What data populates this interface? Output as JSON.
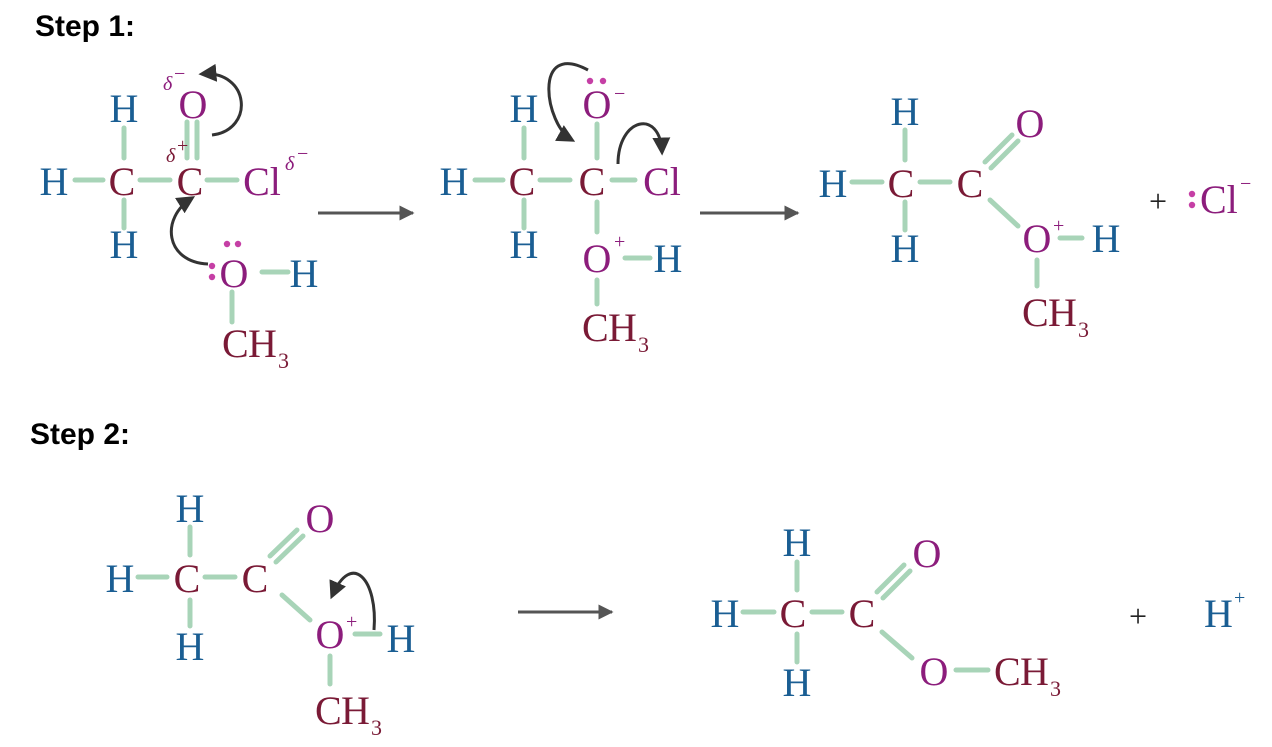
{
  "steps": [
    {
      "label": "Step 1:"
    },
    {
      "label": "Step 2:"
    }
  ],
  "symbols": {
    "H": "H",
    "C": "C",
    "O": "O",
    "Cl": "Cl",
    "sub3": "3",
    "plus_charge": "+",
    "minus_charge": "−",
    "delta": "δ",
    "plus_sign": "+"
  },
  "colors": {
    "hydrogen": "#1a5e93",
    "carbon": "#7a1a36",
    "heteroatom": "#8c1d7c",
    "bond": "#a8d4b8",
    "electron_dot": "#c53fa5",
    "arrow": "#333333"
  }
}
